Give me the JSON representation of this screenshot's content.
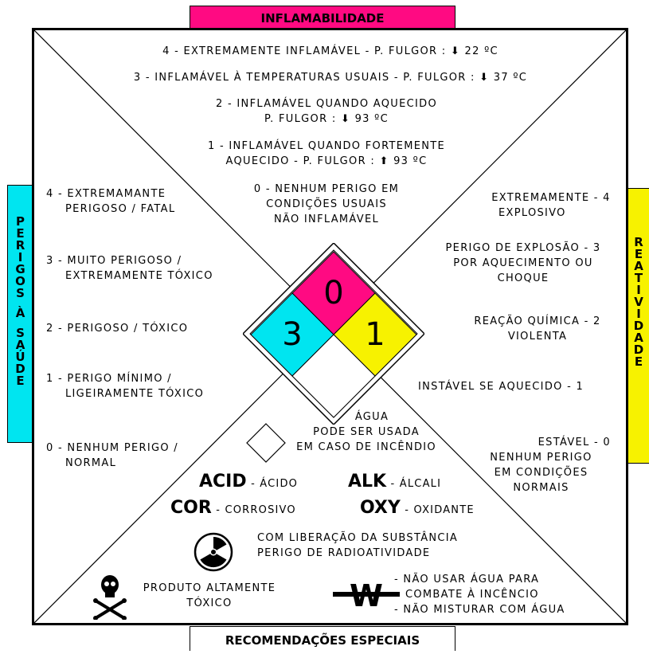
{
  "header": {
    "title": "INFLAMABILIDADE"
  },
  "footer": {
    "title": "RECOMENDAÇÕES ESPECIAIS"
  },
  "left_label": {
    "letters": [
      "P",
      "E",
      "R",
      "I",
      "G",
      "O",
      "S",
      "À",
      "S",
      "A",
      "Ú",
      "D",
      "E"
    ]
  },
  "right_label": {
    "letters": [
      "R",
      "E",
      "A",
      "T",
      "I",
      "V",
      "I",
      "D",
      "A",
      "D",
      "E"
    ]
  },
  "flammability": [
    "4 - EXTREMAMENTE INFLAMÁVEL - P. FULGOR :  ⬇ 22 ºC",
    "3 - INFLAMÁVEL À TEMPERATURAS USUAIS - P. FULGOR :  ⬇ 37 ºC",
    [
      "2 - INFLAMÁVEL QUANDO AQUECIDO",
      "P. FULGOR : ⬇ 93 ºC"
    ],
    [
      "1 - INFLAMÁVEL QUANDO FORTEMENTE",
      "AQUECIDO - P. FULGOR :  ⬆ 93 ºC"
    ],
    [
      "0 - NENHUM PERIGO EM",
      "CONDIÇÕES USUAIS",
      "NÃO INFLAMÁVEL"
    ]
  ],
  "health": [
    [
      "4 - EXTREMAMANTE",
      "PERIGOSO / FATAL"
    ],
    [
      "3 - MUITO PERIGOSO /",
      "EXTREMAMENTE TÓXICO"
    ],
    [
      "2 - PERIGOSO / TÓXICO"
    ],
    [
      "1 - PERIGO MÍNIMO /",
      "LIGEIRAMENTE TÓXICO"
    ],
    [
      "0 - NENHUM PERIGO /",
      "NORMAL"
    ]
  ],
  "reactivity": [
    [
      "EXTREMAMENTE - 4",
      "EXPLOSIVO"
    ],
    [
      "PERIGO DE EXPLOSÃO - 3",
      "POR AQUECIMENTO OU",
      "CHOQUE"
    ],
    [
      "REAÇÃO QUÍMICA - 2",
      "VIOLENTA"
    ],
    [
      "INSTÁVEL SE AQUECIDO - 1"
    ],
    [
      "ESTÁVEL - 0",
      "NENHUM PERIGO",
      "EM CONDIÇÕES",
      "NORMAIS"
    ]
  ],
  "diamond": {
    "flammability_value": "0",
    "health_value": "3",
    "reactivity_value": "1",
    "colors": {
      "flammability": "#ff0a82",
      "health": "#00e5f0",
      "reactivity": "#f7f200",
      "special": "#ffffff"
    }
  },
  "special": {
    "water_lines": [
      "ÁGUA",
      "PODE SER USADA",
      "EM CASO DE INCÊNDIO"
    ],
    "codes": [
      {
        "code": "ACID",
        "desc": "- ÁCIDO"
      },
      {
        "code": "ALK",
        "desc": "- ÁLCALI"
      },
      {
        "code": "COR",
        "desc": "- CORROSIVO"
      },
      {
        "code": "OXY",
        "desc": "- OXIDANTE"
      }
    ],
    "radiation_lines": [
      "COM LIBERAÇÃO DA SUBSTÂNCIA",
      "PERIGO DE RADIOATIVIDADE"
    ],
    "toxic_lines": [
      "PRODUTO ALTAMENTE",
      "TÓXICO"
    ],
    "no_water_lines": [
      "- NÃO USAR ÁGUA PARA",
      "COMBATE À INCÊNCIO",
      "- NÃO MISTURAR COM ÁGUA"
    ],
    "no_water_symbol": "W",
    "icons": [
      "diamond-outline-icon",
      "radiation-icon",
      "skull-crossbones-icon",
      "no-water-icon"
    ]
  }
}
